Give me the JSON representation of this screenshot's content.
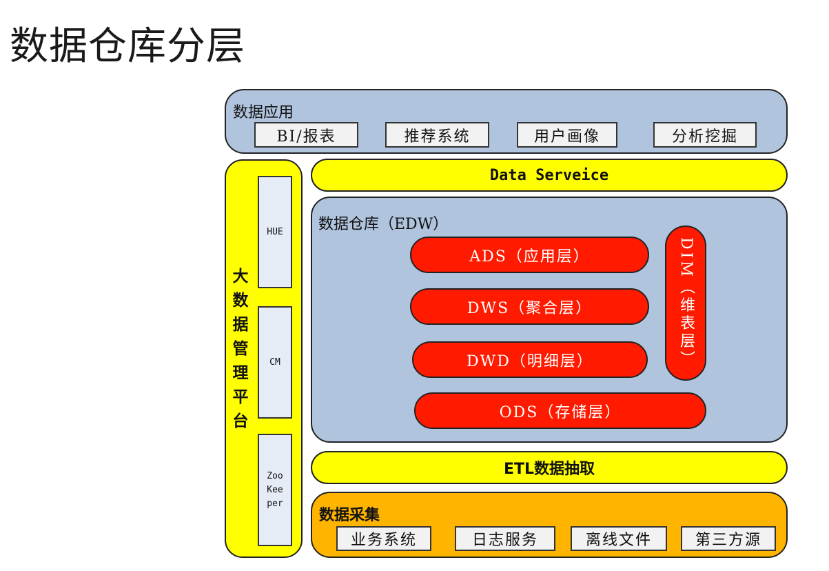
{
  "title": "数据仓库分层",
  "app_layer": {
    "label": "数据应用",
    "items": [
      "BI/报表",
      "推荐系统",
      "用户画像",
      "分析挖掘"
    ]
  },
  "management": {
    "label": "大数据管理平台",
    "tools": [
      "HUE",
      "CM",
      "Zoo\nKee\nper"
    ]
  },
  "data_service": {
    "label": "Data Serveice"
  },
  "edw": {
    "label": "数据仓库（EDW）",
    "layers": [
      "ADS（应用层）",
      "DWS（聚合层）",
      "DWD（明细层）",
      "ODS（存储层）"
    ],
    "dim": "DIM（维表层）"
  },
  "etl": {
    "label": "ETL数据抽取"
  },
  "collection": {
    "label": "数据采集",
    "items": [
      "业务系统",
      "日志服务",
      "离线文件",
      "第三方源"
    ]
  },
  "colors": {
    "blue_panel": "#b0c4de",
    "yellow": "#ffff00",
    "orange": "#ffb400",
    "red": "#ff1a00"
  }
}
